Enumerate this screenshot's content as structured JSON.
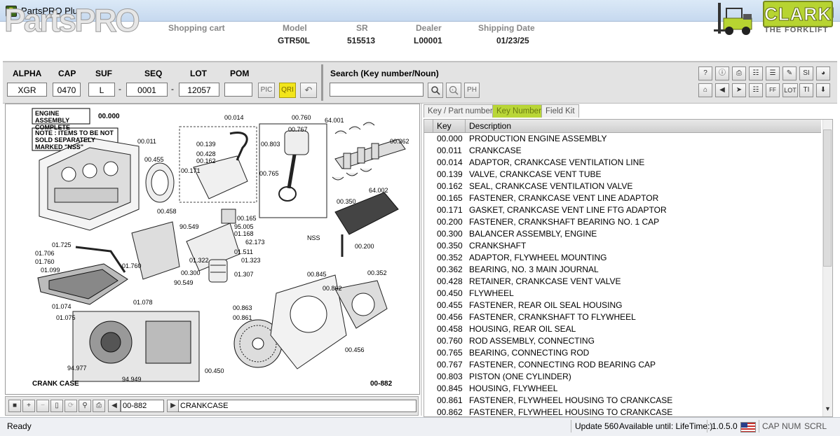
{
  "window": {
    "title": "PartsPRO Plus"
  },
  "header": {
    "logo": "PartsPRO",
    "shopping_cart_label": "Shopping cart",
    "fields": [
      {
        "label": "Model",
        "value": "GTR50L"
      },
      {
        "label": "SR",
        "value": "515513"
      },
      {
        "label": "Dealer",
        "value": "L00001"
      },
      {
        "label": "Shipping Date",
        "value": "01/23/25"
      }
    ],
    "brand": "CLARK",
    "brand_tagline": "THE FORKLIFT"
  },
  "search_panel": {
    "alpha": {
      "label": "ALPHA",
      "value": "XGR"
    },
    "cap": {
      "label": "CAP",
      "value": "0470"
    },
    "suf": {
      "label": "SUF",
      "value": "L"
    },
    "seq": {
      "label": "SEQ",
      "value": "0001"
    },
    "lot": {
      "label": "LOT",
      "value": "12057"
    },
    "pom": {
      "label": "POM",
      "value": ""
    },
    "pic_label": "PIC",
    "qri_label": "QRI",
    "search_label": "Search (Key number/Noun)",
    "search_value": "",
    "ph_label": "PH",
    "toolbar_text": {
      "si": "SI",
      "lot": "LOT",
      "ti": "TI",
      "ff": "FF"
    }
  },
  "drawing": {
    "title": "CRANK CASE",
    "number": "00-882",
    "label_engine": "ENGINE ASSEMBLY COMPLETE",
    "label_engine_num": "00.000",
    "note": "NOTE : ITEMS TO BE NOT SOLD SEPARATELY MARKED \"NSS\"",
    "callouts": [
      "00.011",
      "00.014",
      "00.760",
      "64.001",
      "00.767",
      "00.362",
      "00.803",
      "00.139",
      "00.428",
      "00.162",
      "00.171",
      "00.455",
      "00.765",
      "64.002",
      "00.458",
      "00.350",
      "00.165",
      "90.549",
      "95.005",
      "01.168",
      "62.173",
      "NSS",
      "00.200",
      "01.511",
      "01.323",
      "01.725",
      "01.706",
      "01.760",
      "01.099",
      "01.760",
      "01.322",
      "00.300",
      "01.307",
      "90.549",
      "00.845",
      "00.352",
      "00.862",
      "01.074",
      "01.078",
      "01.075",
      "00.863",
      "00.861",
      "00.456",
      "94.977",
      "94.949",
      "00.450"
    ]
  },
  "drawing_nav": {
    "page_value": "00-882",
    "caption_value": "CRANKCASE"
  },
  "tabs": [
    {
      "label": "Key / Part number",
      "active": false
    },
    {
      "label": "Key Number",
      "active": true
    },
    {
      "label": "Field Kit",
      "active": false
    }
  ],
  "table": {
    "headers": {
      "key": "Key",
      "description": "Description"
    },
    "rows": [
      {
        "key": "00.000",
        "description": "PRODUCTION ENGINE ASSEMBLY"
      },
      {
        "key": "00.011",
        "description": "CRANKCASE"
      },
      {
        "key": "00.014",
        "description": "ADAPTOR, CRANKCASE VENTILATION LINE"
      },
      {
        "key": "00.139",
        "description": "VALVE, CRANKCASE VENT TUBE"
      },
      {
        "key": "00.162",
        "description": "SEAL, CRANKCASE VENTILATION VALVE"
      },
      {
        "key": "00.165",
        "description": "FASTENER, CRANKCASE VENT LINE ADAPTOR"
      },
      {
        "key": "00.171",
        "description": "GASKET, CRANKCASE VENT LINE FTG ADAPTOR"
      },
      {
        "key": "00.200",
        "description": "FASTENER, CRANKSHAFT BEARING NO. 1 CAP"
      },
      {
        "key": "00.300",
        "description": "BALANCER ASSEMBLY, ENGINE"
      },
      {
        "key": "00.350",
        "description": "CRANKSHAFT"
      },
      {
        "key": "00.352",
        "description": "ADAPTOR, FLYWHEEL MOUNTING"
      },
      {
        "key": "00.362",
        "description": "BEARING, NO. 3 MAIN JOURNAL"
      },
      {
        "key": "00.428",
        "description": "RETAINER, CRANKCASE VENT VALVE"
      },
      {
        "key": "00.450",
        "description": "FLYWHEEL"
      },
      {
        "key": "00.455",
        "description": "FASTENER, REAR OIL SEAL HOUSING"
      },
      {
        "key": "00.456",
        "description": "FASTENER, CRANKSHAFT TO FLYWHEEL"
      },
      {
        "key": "00.458",
        "description": "HOUSING, REAR OIL SEAL"
      },
      {
        "key": "00.760",
        "description": "ROD ASSEMBLY, CONNECTING"
      },
      {
        "key": "00.765",
        "description": "BEARING, CONNECTING ROD"
      },
      {
        "key": "00.767",
        "description": "FASTENER, CONNECTING ROD BEARING CAP"
      },
      {
        "key": "00.803",
        "description": "PISTON  (ONE CYLINDER)"
      },
      {
        "key": "00.845",
        "description": "HOUSING, FLYWHEEL"
      },
      {
        "key": "00.861",
        "description": "FASTENER, FLYWHEEL HOUSING TO CRANKCASE"
      },
      {
        "key": "00.862",
        "description": "FASTENER, FLYWHEEL HOUSING TO CRANKCASE"
      }
    ]
  },
  "status": {
    "left": "Ready",
    "update": "Update 560",
    "available": "Available until: LifeTime:)",
    "version": "1.0.5.0",
    "cap": "CAP",
    "num": "NUM",
    "scrl": "SCRL"
  },
  "colors": {
    "accent": "#b9d637",
    "qri": "#f2e51b"
  }
}
